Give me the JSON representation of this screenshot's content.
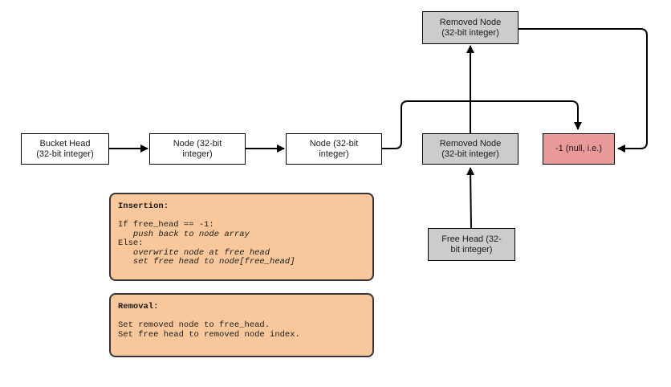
{
  "nodes": {
    "bucket_head": "Bucket Head\n(32-bit integer)",
    "node_1": "Node (32-bit\ninteger)",
    "node_2": "Node (32-bit\ninteger)",
    "removed_node_top": "Removed Node\n(32-bit integer)",
    "removed_node_mid": "Removed Node\n(32-bit integer)",
    "null_node": "-1 (null, i.e.)",
    "free_head": "Free Head (32-\nbit integer)"
  },
  "insertion": {
    "title": "Insertion:",
    "lines": [
      "If free_head == -1:",
      "   push back to node array",
      "Else:",
      "   overwrite node at free head",
      "   set free head to node[free_head]"
    ]
  },
  "removal": {
    "title": "Removal:",
    "lines": [
      "Set removed node to free_head.",
      "Set free head to removed node index."
    ]
  },
  "colors": {
    "removed_fill": "#cccccc",
    "null_fill": "#ea9999",
    "note_fill": "#f8c89c"
  }
}
